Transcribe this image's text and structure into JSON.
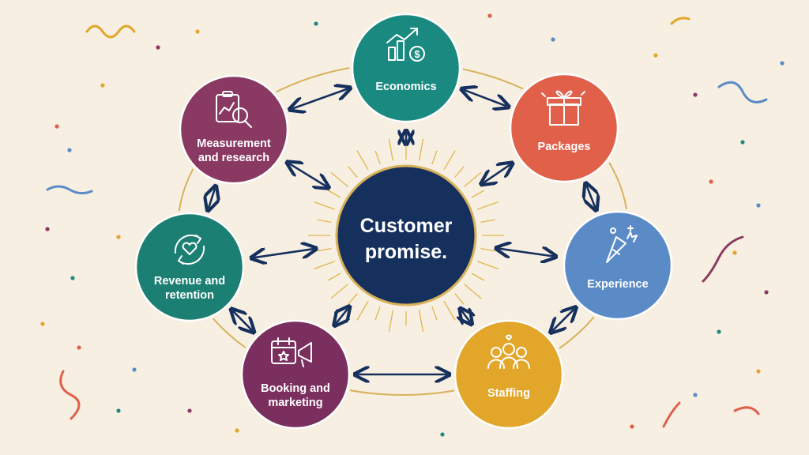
{
  "center": {
    "lines": [
      "Customer",
      "promise."
    ],
    "color": "#16305e",
    "ring_color": "#d8b25a"
  },
  "nodes": [
    {
      "id": "economics",
      "lines": [
        "Economics"
      ],
      "color": "#1a8a80",
      "icon": "growth-chart-dollar-icon"
    },
    {
      "id": "packages",
      "lines": [
        "Packages"
      ],
      "color": "#e0604a",
      "icon": "gift-box-icon"
    },
    {
      "id": "experience",
      "lines": [
        "Experience"
      ],
      "color": "#5a8bc7",
      "icon": "party-popper-icon"
    },
    {
      "id": "staffing",
      "lines": [
        "Staffing"
      ],
      "color": "#e2a62a",
      "icon": "team-people-icon"
    },
    {
      "id": "booking-marketing",
      "lines": [
        "Booking and",
        "marketing"
      ],
      "color": "#7a2f5e",
      "icon": "calendar-megaphone-icon"
    },
    {
      "id": "revenue-retention",
      "lines": [
        "Revenue and",
        "retention"
      ],
      "color": "#1c7f73",
      "icon": "heart-cycle-icon"
    },
    {
      "id": "measurement-research",
      "lines": [
        "Measurement",
        "and research"
      ],
      "color": "#8a3a62",
      "icon": "clipboard-magnifier-icon"
    }
  ],
  "colors": {
    "background": "#f7efe2",
    "arrow": "#16305e",
    "outer_ring": "#d8b25a",
    "node_border": "#f7efe2"
  }
}
